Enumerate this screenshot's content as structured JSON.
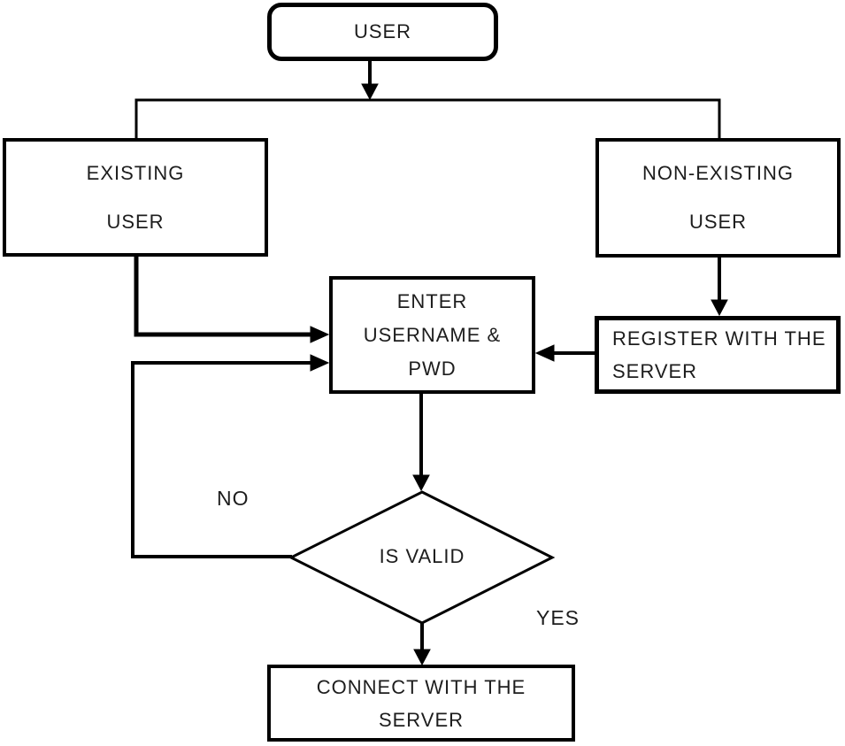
{
  "diagram": {
    "type": "flowchart",
    "background_color": "#ffffff",
    "line_color": "#000000",
    "text_color": "#1d1d1d",
    "nodes": {
      "user": {
        "shape": "rounded-rect",
        "lines": [
          "USER"
        ]
      },
      "existing_user": {
        "shape": "rect",
        "lines": [
          "EXISTING",
          "USER"
        ]
      },
      "non_existing_user": {
        "shape": "rect",
        "lines": [
          "NON-EXISTING",
          "USER"
        ]
      },
      "enter_credentials": {
        "shape": "rect",
        "lines": [
          "ENTER",
          "USERNAME &",
          "PWD"
        ]
      },
      "register_server": {
        "shape": "rect",
        "lines": [
          "REGISTER WITH THE",
          "SERVER"
        ]
      },
      "is_valid": {
        "shape": "diamond",
        "lines": [
          "IS VALID"
        ]
      },
      "connect_server": {
        "shape": "rect",
        "lines": [
          "CONNECT WITH THE",
          "SERVER"
        ]
      }
    },
    "edges": [
      {
        "from": "user",
        "to": "existing_user",
        "label": ""
      },
      {
        "from": "user",
        "to": "non_existing_user",
        "label": ""
      },
      {
        "from": "existing_user",
        "to": "enter_credentials",
        "label": ""
      },
      {
        "from": "non_existing_user",
        "to": "register_server",
        "label": ""
      },
      {
        "from": "register_server",
        "to": "enter_credentials",
        "label": ""
      },
      {
        "from": "enter_credentials",
        "to": "is_valid",
        "label": ""
      },
      {
        "from": "is_valid",
        "to": "enter_credentials",
        "label": "NO"
      },
      {
        "from": "is_valid",
        "to": "connect_server",
        "label": "YES"
      }
    ]
  }
}
